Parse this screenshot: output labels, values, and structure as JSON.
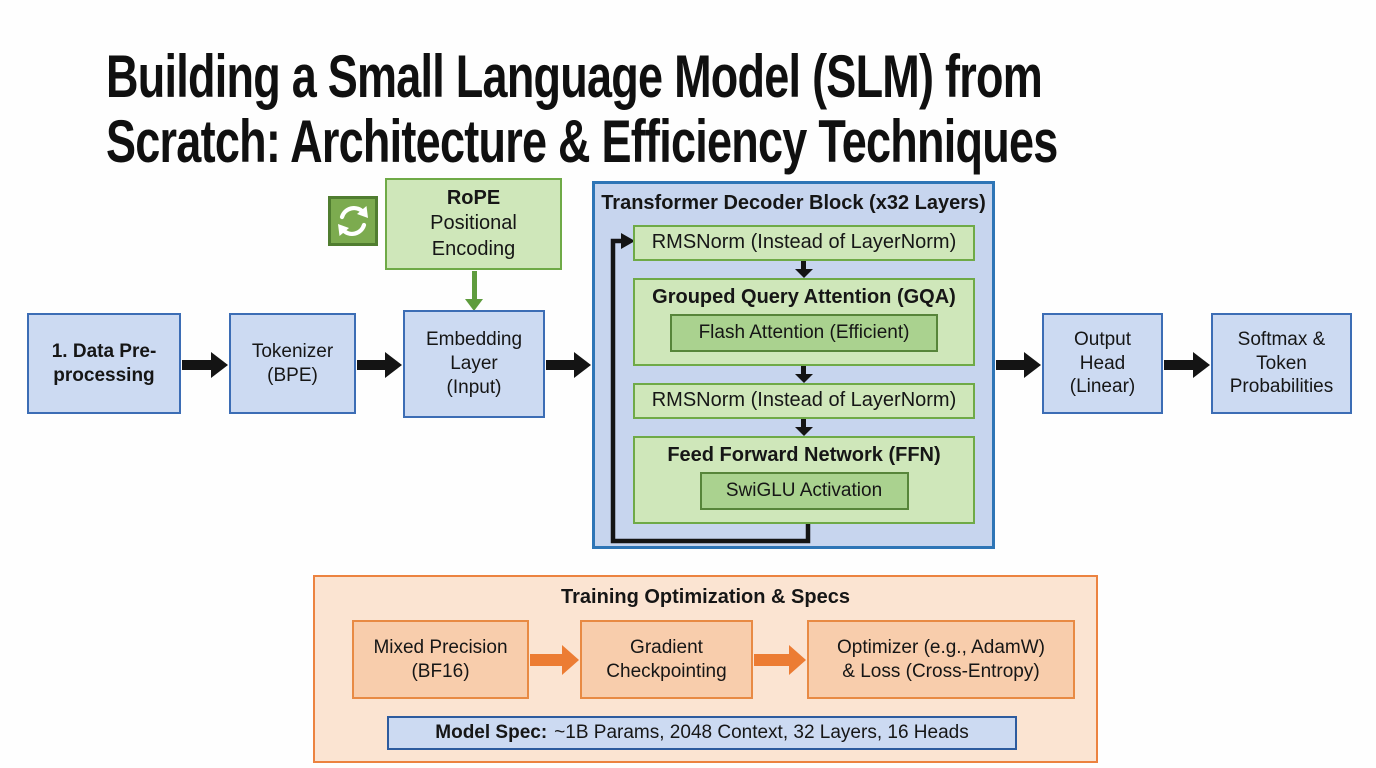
{
  "title": "Building a Small Language Model (SLM) from\nScratch: Architecture & Efficiency Techniques",
  "colors": {
    "blue_fill": "#ccdaf2",
    "blue_border": "#2e75b6",
    "green_fill": "#cfe7ba",
    "green_border": "#6faa47",
    "green_inner_fill": "#aad28f",
    "orange_fill": "#fbe4d2",
    "orange_inner_fill": "#f8cdac",
    "orange_accent": "#ed7d31",
    "arrow_color": "#141414"
  },
  "icons": {
    "rope_cycle": "refresh-cycle-icon"
  },
  "rope": {
    "heading": "RoPE",
    "label": "Positional\nEncoding"
  },
  "pipeline": {
    "steps": [
      {
        "label": "1. Data Pre-\nprocessing"
      },
      {
        "label": "Tokenizer\n(BPE)"
      },
      {
        "label": "Embedding\nLayer\n(Input)"
      },
      {
        "label": "Output\nHead\n(Linear)"
      },
      {
        "label": "Softmax &\nToken\nProbabilities"
      }
    ]
  },
  "decoder": {
    "title": "Transformer Decoder Block (x32 Layers)",
    "rmsnorm_pre": "RMSNorm (Instead of LayerNorm)",
    "gqa_title": "Grouped Query Attention (GQA)",
    "flash_attention": "Flash Attention (Efficient)",
    "rmsnorm_post": "RMSNorm (Instead of LayerNorm)",
    "ffn_title": "Feed Forward Network (FFN)",
    "swiglu": "SwiGLU Activation"
  },
  "training": {
    "title": "Training Optimization & Specs",
    "steps": [
      {
        "label": "Mixed Precision\n(BF16)"
      },
      {
        "label": "Gradient\nCheckpointing"
      },
      {
        "label": "Optimizer (e.g., AdamW)\n& Loss (Cross-Entropy)"
      }
    ],
    "model_spec": {
      "label": "Model Spec:",
      "value": "~1B Params, 2048 Context, 32 Layers, 16 Heads"
    }
  }
}
